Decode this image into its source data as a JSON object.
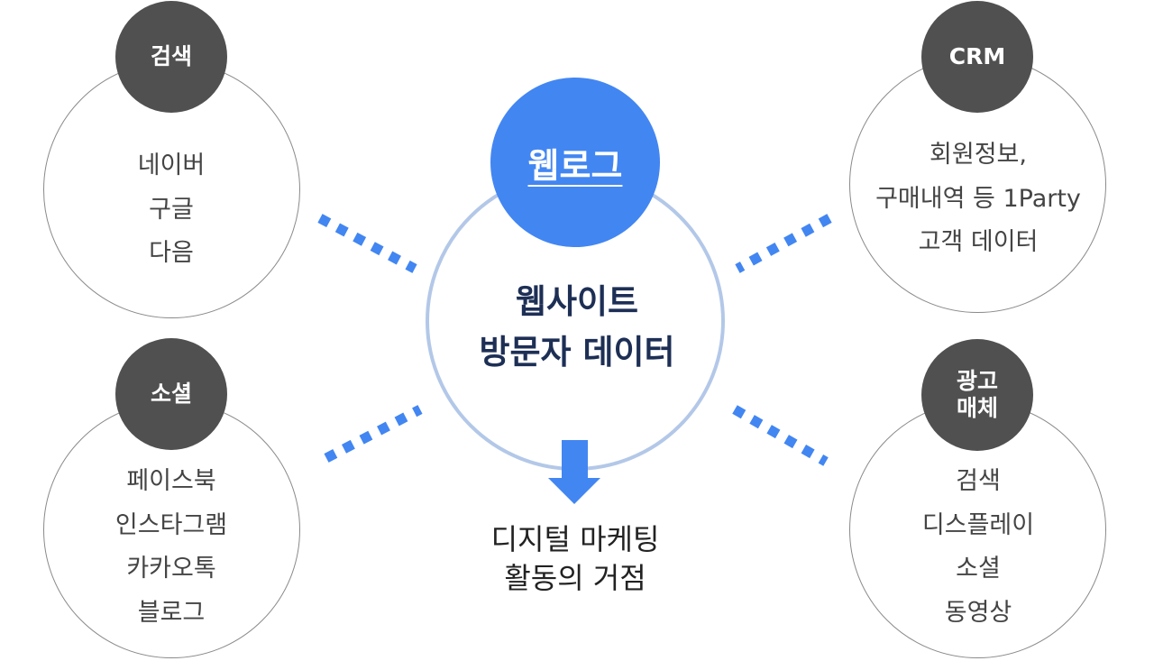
{
  "center": {
    "badge": "웹로그",
    "title_lines": [
      "웹사이트",
      "방문자 데이터"
    ],
    "bottom_lines": [
      "디지털 마케팅",
      "활동의 거점"
    ]
  },
  "nodes": {
    "search": {
      "badge_lines": [
        "검색"
      ],
      "items": [
        "네이버",
        "구글",
        "다음"
      ]
    },
    "social": {
      "badge_lines": [
        "소셜"
      ],
      "items": [
        "페이스북",
        "인스타그램",
        "카카오톡",
        "블로그"
      ]
    },
    "crm": {
      "badge_lines": [
        "CRM"
      ],
      "items": [
        "회원정보,",
        "구매내역 등 1Party",
        "고객 데이터"
      ]
    },
    "ads": {
      "badge_lines": [
        "광고",
        "매체"
      ],
      "items": [
        "검색",
        "디스플레이",
        "소셜",
        "동영상"
      ]
    }
  },
  "colors": {
    "accent_blue": "#4286f2",
    "center_ring": "#b3c8e8",
    "badge_gray": "#505050",
    "dotted_connector": "#4286f2"
  }
}
